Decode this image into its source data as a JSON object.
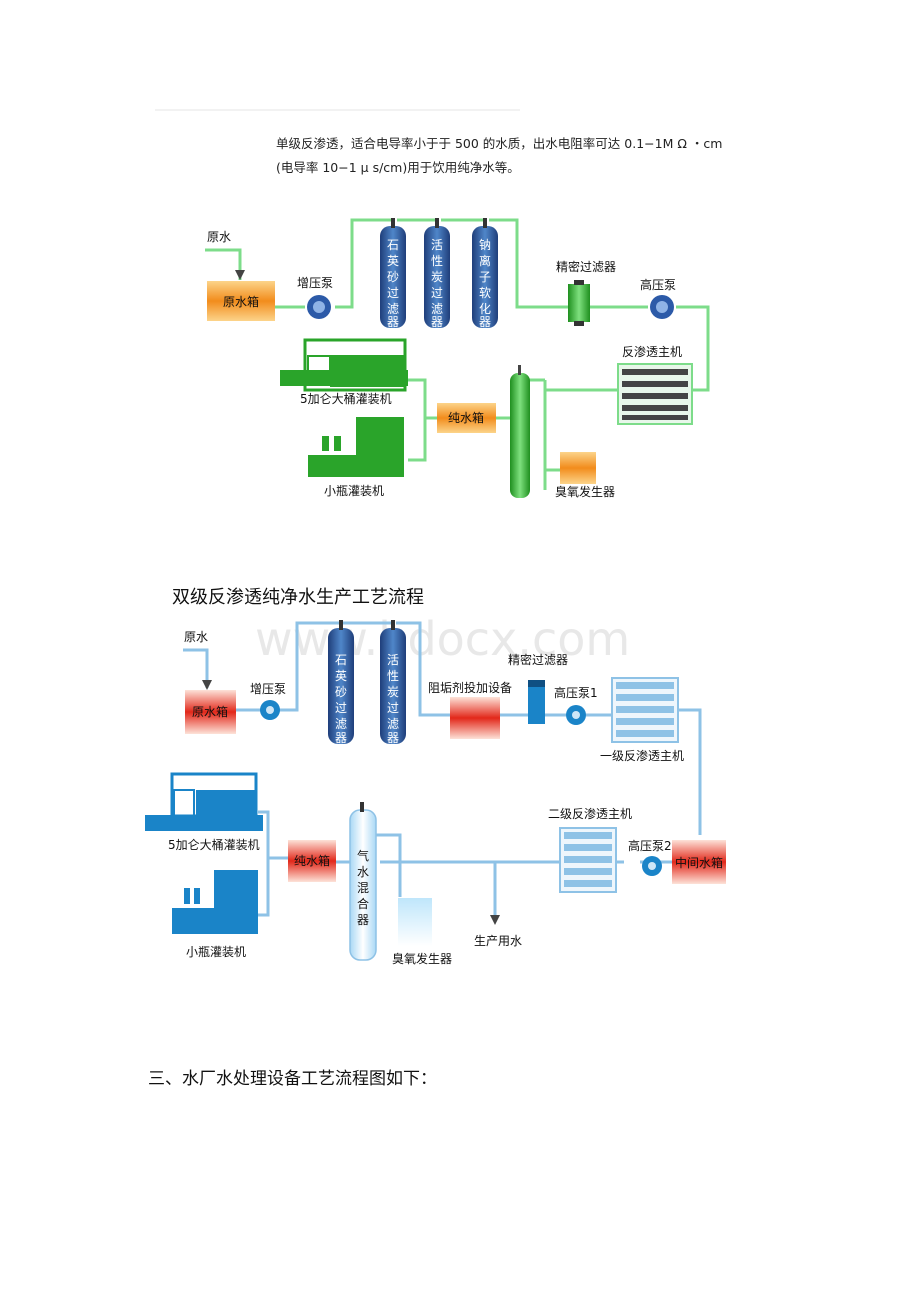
{
  "diagram1": {
    "description_line1": "单级反渗透，适合电导率小于于 500 的水质，出水电阻率可达 0.1−1M Ω ・cm",
    "description_line2": "(电导率 10−1 μ s/cm)用于饮用纯净水等。",
    "labels": {
      "raw_water": "原水",
      "raw_tank": "原水箱",
      "booster_pump": "增压泵",
      "quartz_filter": "石英砂过滤器",
      "carbon_filter": "活性炭过滤器",
      "softener": "钠离子软化器",
      "precision_filter": "精密过滤器",
      "high_pressure_pump": "高压泵",
      "ro_host": "反渗透主机",
      "filler_5gal": "5加仑大桶灌装机",
      "pure_tank": "纯水箱",
      "bottle_filler": "小瓶灌装机",
      "ozone": "臭氧发生器"
    }
  },
  "diagram2": {
    "title": "双级反渗透纯净水生产工艺流程",
    "watermark": "www.bdocx.com",
    "labels": {
      "raw_water": "原水",
      "raw_tank": "原水箱",
      "booster_pump": "增压泵",
      "quartz_filter": "石英砂过滤器",
      "carbon_filter": "活性炭过滤器",
      "antiscalant": "阻垢剂投加设备",
      "precision_filter": "精密过滤器",
      "high_pressure_pump1": "高压泵1",
      "ro1_host": "一级反渗透主机",
      "filler_5gal": "5加仑大桶灌装机",
      "pure_tank": "纯水箱",
      "gas_water_mixer": "气水混合器",
      "ro2_host": "二级反渗透主机",
      "high_pressure_pump2": "高压泵2",
      "middle_tank": "中间水箱",
      "bottle_filler": "小瓶灌装机",
      "ozone": "臭氧发生器",
      "production_water": "生产用水"
    }
  },
  "section_heading": "三、水厂水处理设备工艺流程图如下：",
  "colors": {
    "pipe1": "#7ddc8a",
    "machine_green": "#2aa42a",
    "tank_orange": "#f39a25",
    "vessel_blue": "#2f5a9e",
    "pipe2": "#8ec2e6",
    "machine_blue": "#1a84c8",
    "tank_red": "#e23a2a"
  }
}
